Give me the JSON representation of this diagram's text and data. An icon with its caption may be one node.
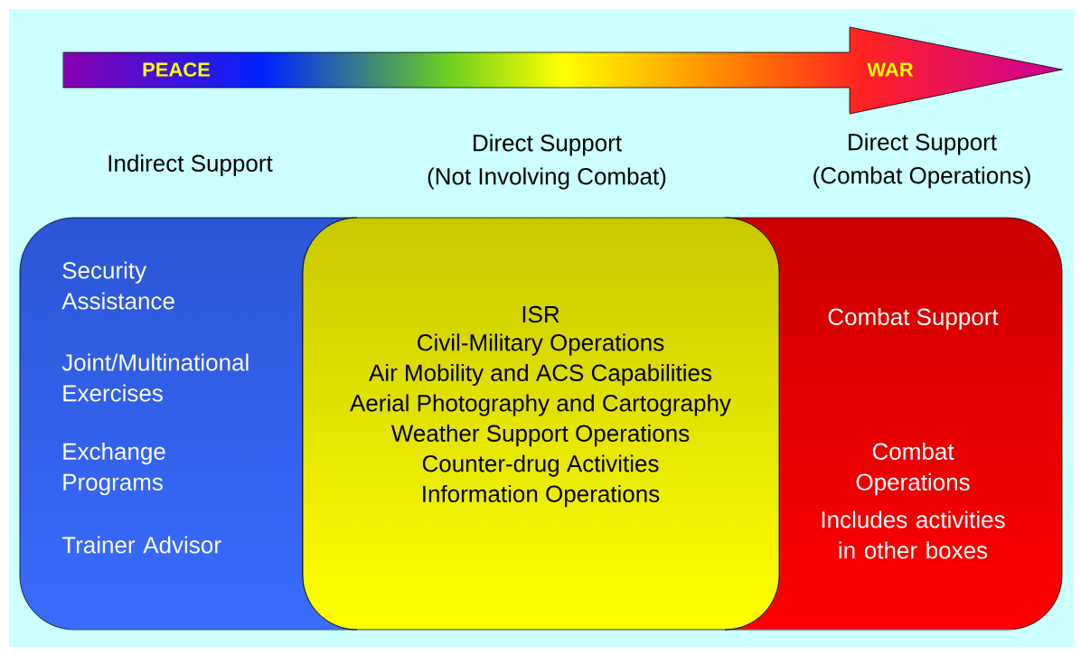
{
  "diagram": {
    "nodes": [
      {
        "text": [
          "PEACE",
          "WAR"
        ]
      },
      {
        "text": [
          "Indirect Support",
          "Security Assistance",
          "Joint/Multinational Exercises",
          "Exchange Programs",
          "Trainer Advisor"
        ]
      },
      {
        "text": [
          "Direct Support (Not Involving Combat)",
          "ISR",
          "Civil-Military Operations",
          "Air Mobility and ACS Capabilities",
          "Aerial Photography and Cartography",
          "Weather Support Operations",
          "Counter-drug Activities",
          "Information Operations"
        ]
      },
      {
        "text": [
          "Direct Support (Combat Operations)",
          "Combat Support",
          "Combat Operations",
          "Includes activities in other boxes"
        ]
      }
    ]
  }
}
